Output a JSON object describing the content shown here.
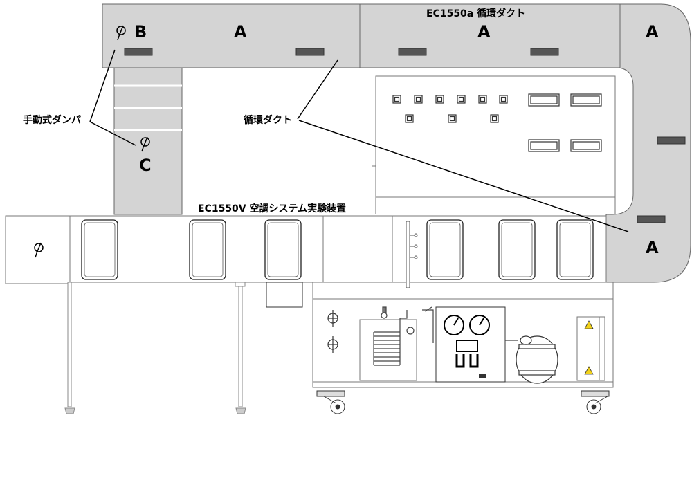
{
  "titles": {
    "machine": "EC1550V  空調システム実験装置",
    "duct_unit": "EC1550a  循環ダクト"
  },
  "callouts": {
    "manual_damper": "手動式ダンパ",
    "circulation_duct": "循環ダクト"
  },
  "section_labels": {
    "a_top_left": "A",
    "b_top_left": "B",
    "a_top_middle": "A",
    "a_top_right": "A",
    "a_right_lower": "A",
    "c_left": "C"
  },
  "colors": {
    "duct_fill": "#d4d4d4",
    "slot_fill": "#555555",
    "outline": "#555555",
    "background": "#ffffff"
  },
  "icons": [
    "damper-icon",
    "pressure-gauge-icon",
    "caster-wheel-icon",
    "warning-label-icon"
  ]
}
